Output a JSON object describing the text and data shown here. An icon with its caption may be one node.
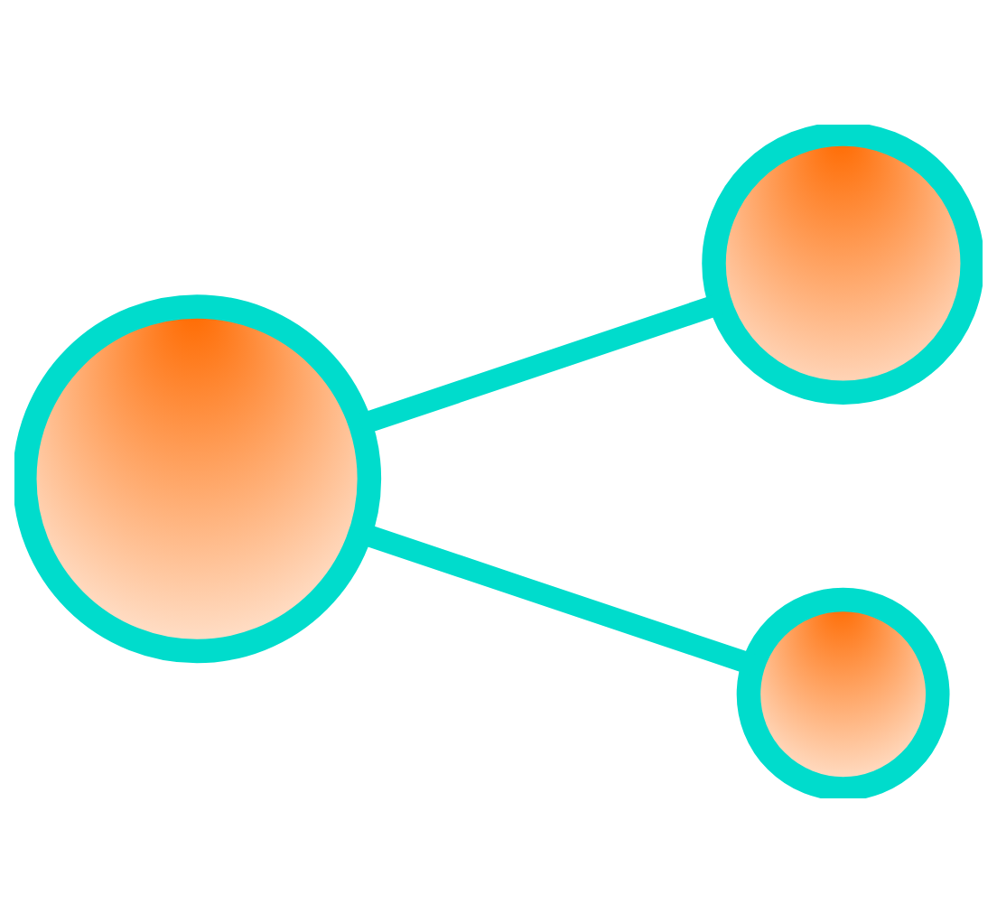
{
  "diagram": {
    "nodes": [
      {
        "text": [],
        "shape": "circle"
      },
      {
        "text": [],
        "shape": "circle"
      },
      {
        "text": [],
        "shape": "circle"
      }
    ],
    "edges": [
      {
        "from": 0,
        "to": 1,
        "arrow": "none"
      },
      {
        "from": 0,
        "to": 2,
        "arrow": "none"
      }
    ]
  }
}
